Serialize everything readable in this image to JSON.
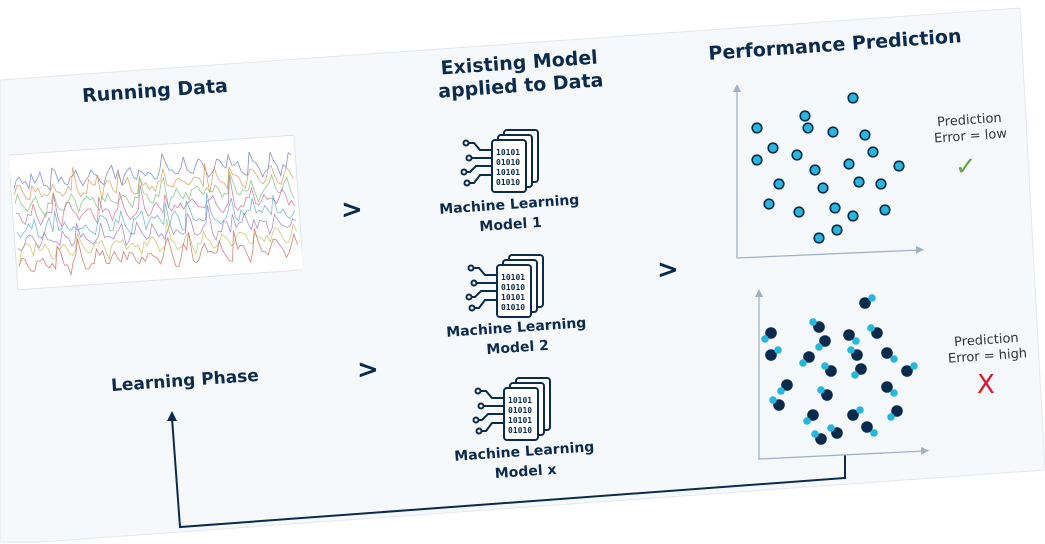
{
  "headers": {
    "running_data": "Running Data",
    "existing_model_line1": "Existing Model",
    "existing_model_line2": "applied to Data",
    "performance": "Performance Prediction"
  },
  "models": [
    {
      "line1": "Machine Learning",
      "line2": "Model 1"
    },
    {
      "line1": "Machine Learning",
      "line2": "Model 2"
    },
    {
      "line1": "Machine Learning",
      "line2": "Model x"
    }
  ],
  "learning_phase": "Learning Phase",
  "chevron": ">",
  "predictions": [
    {
      "line1": "Prediction",
      "line2": "Error = low",
      "mark": "✓",
      "mark_color": "#6aa84f"
    },
    {
      "line1": "Prediction",
      "line2": "Error = high",
      "mark": "X",
      "mark_color": "#e3122b"
    }
  ],
  "colors": {
    "navy": "#0a2a4e",
    "cyan": "#22b8e0",
    "panel": "#f6f9fc"
  },
  "icons": [
    "machine-learning-icon"
  ]
}
